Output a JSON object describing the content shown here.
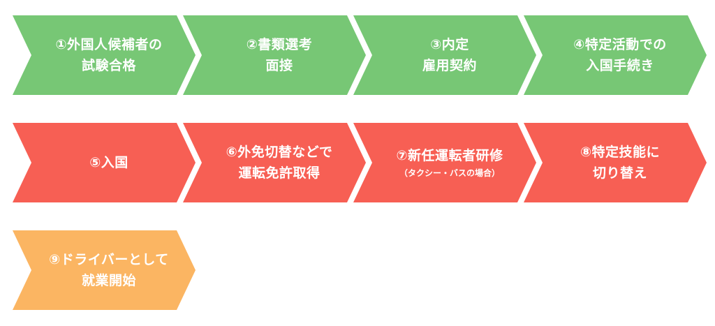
{
  "colors": {
    "green": "#77c775",
    "red": "#f75f54",
    "orange": "#fbb562",
    "text": "#ffffff"
  },
  "steps": [
    {
      "lines": [
        "①外国人候補者の",
        "試験合格"
      ],
      "sub": "",
      "color": "green"
    },
    {
      "lines": [
        "②書類選考",
        "面接"
      ],
      "sub": "",
      "color": "green"
    },
    {
      "lines": [
        "③内定",
        "雇用契約"
      ],
      "sub": "",
      "color": "green"
    },
    {
      "lines": [
        "④特定活動での",
        "入国手続き"
      ],
      "sub": "",
      "color": "green"
    },
    {
      "lines": [
        "⑤入国",
        ""
      ],
      "sub": "",
      "color": "red"
    },
    {
      "lines": [
        "⑥外免切替などで",
        "運転免許取得"
      ],
      "sub": "",
      "color": "red"
    },
    {
      "lines": [
        "⑦新任運転者研修",
        ""
      ],
      "sub": "（タクシー・バスの場合）",
      "color": "red"
    },
    {
      "lines": [
        "⑧特定技能に",
        "切り替え"
      ],
      "sub": "",
      "color": "red"
    },
    {
      "lines": [
        "⑨ドライバーとして",
        "就業開始"
      ],
      "sub": "",
      "color": "orange"
    }
  ]
}
